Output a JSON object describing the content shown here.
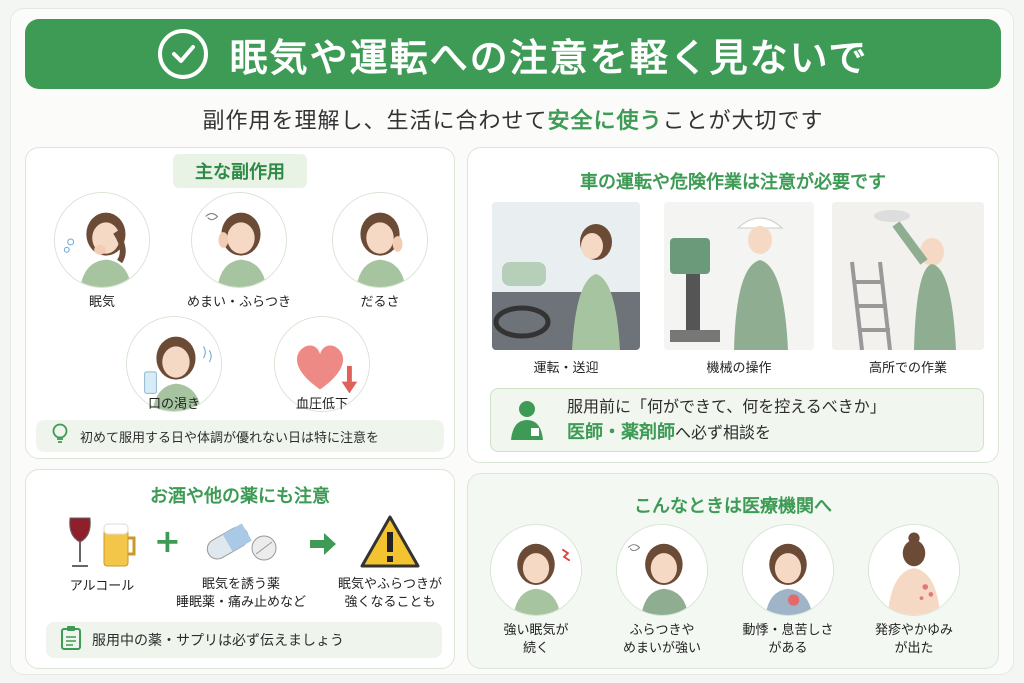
{
  "header": {
    "title": "眠気や運転への注意を軽く見ないで",
    "subtitle_pre": "副作用を理解し、生活に合わせて",
    "subtitle_highlight": "安全に使う",
    "subtitle_post": "ことが大切です"
  },
  "side_effects": {
    "title": "主な副作用",
    "items": [
      "眠気",
      "めまい・ふらつき",
      "だるさ",
      "口の渇き",
      "血圧低下"
    ],
    "tip": "初めて服用する日や体調が優れない日は特に注意を"
  },
  "driving": {
    "title": "車の運転や危険作業は注意が必要です",
    "items": [
      "運転・送迎",
      "機械の操作",
      "高所での作業"
    ],
    "consult_line1": "服用前に「何ができて、何を控えるべきか」",
    "consult_highlight": "医師・薬剤師",
    "consult_post": "へ必ず相談を"
  },
  "alcohol": {
    "title": "お酒や他の薬にも注意",
    "alcohol_label": "アルコール",
    "drug_label1": "眠気を誘う薬",
    "drug_label2": "睡眠薬・痛み止めなど",
    "result_label1": "眠気やふらつきが",
    "result_label2": "強くなることも",
    "plus": "+",
    "tip": "服用中の薬・サプリは必ず伝えましょう"
  },
  "clinic": {
    "title": "こんなときは医療機関へ",
    "items": [
      {
        "l1": "強い眠気が",
        "l2": "続く"
      },
      {
        "l1": "ふらつきや",
        "l2": "めまいが強い"
      },
      {
        "l1": "動悸・息苦しさ",
        "l2": "がある"
      },
      {
        "l1": "発疹やかゆみ",
        "l2": "が出た"
      }
    ]
  },
  "colors": {
    "accent": "#3e9b55",
    "panel_border": "#dbe6d8",
    "tip_bg": "#eff5ed"
  }
}
